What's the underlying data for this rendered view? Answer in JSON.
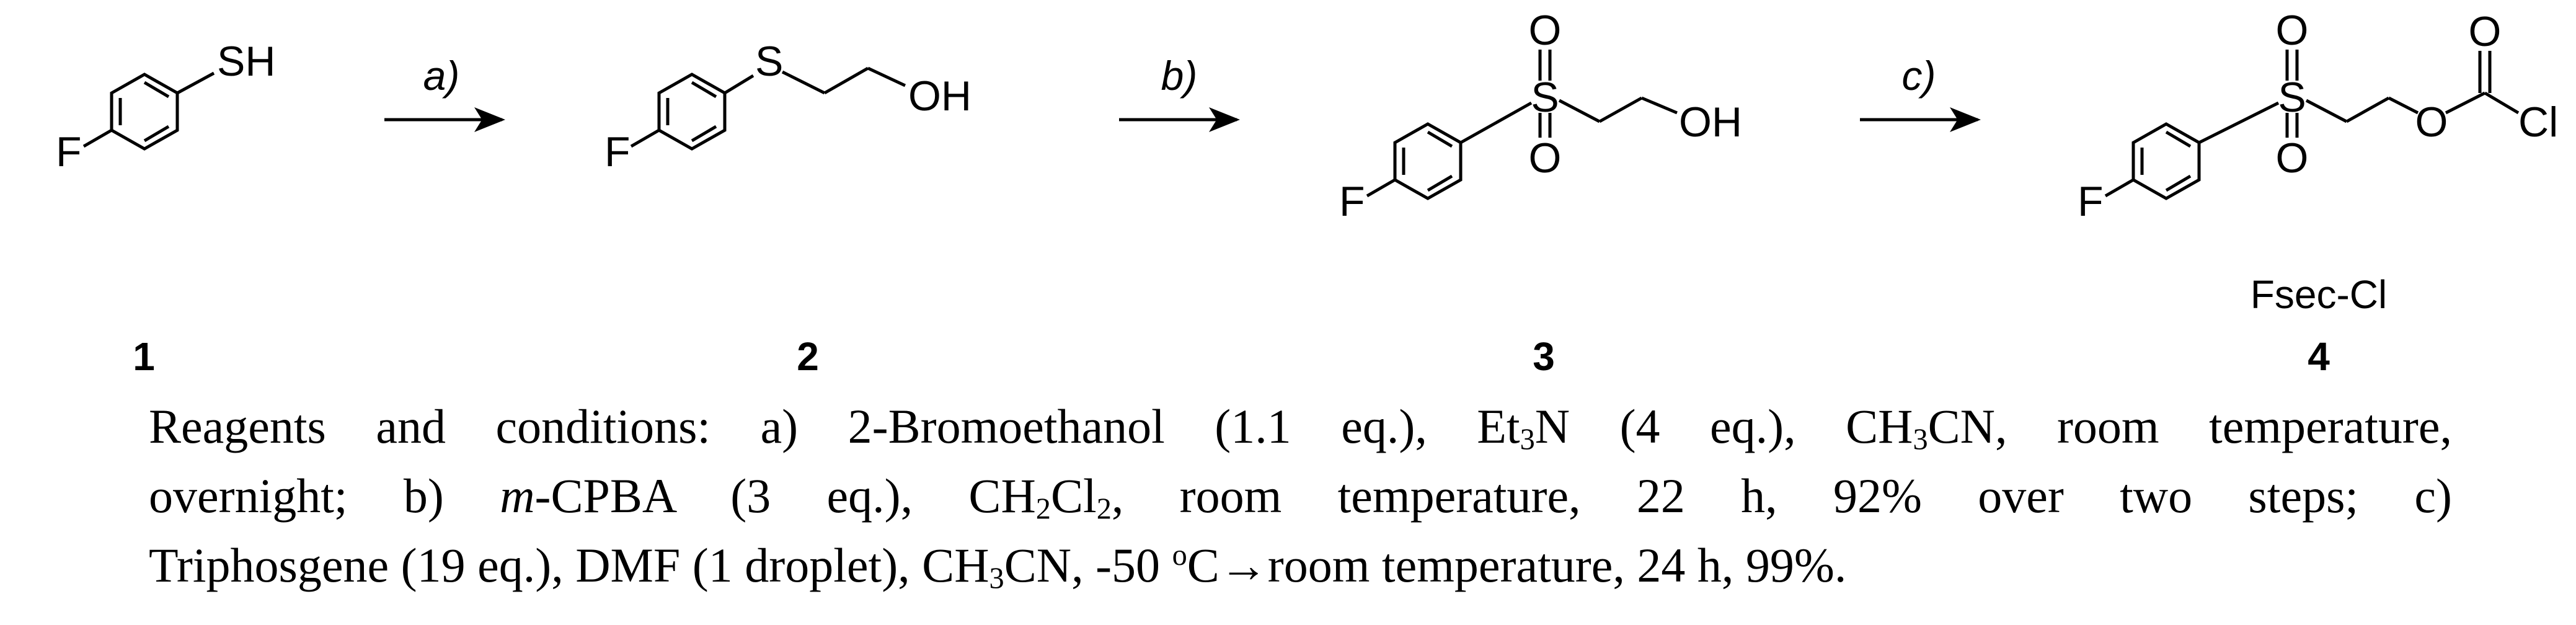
{
  "atoms": {
    "sh": "SH",
    "f": "F",
    "s": "S",
    "oh": "OH",
    "o": "O",
    "cl": "Cl"
  },
  "compounds": [
    {
      "number": "1"
    },
    {
      "number": "2"
    },
    {
      "number": "3"
    },
    {
      "number": "4",
      "name": "Fsec-Cl"
    }
  ],
  "arrows": [
    {
      "label": "a)"
    },
    {
      "label": "b)"
    },
    {
      "label": "c)"
    }
  ],
  "caption": {
    "line1": {
      "intro": "Reagents and conditions: a) 2-Bromoethanol (1.1 eq.), Et",
      "sub1": "3",
      "mid1": "N (4 eq.), CH",
      "sub2": "3",
      "rest": "CN, room temperature,"
    },
    "line2": {
      "start": "overnight; b) ",
      "italic": "m",
      "mid": "-CPBA (3 eq.), CH",
      "sub1": "2",
      "mid2": "Cl",
      "sub2": "2",
      "rest": ", room temperature, 22 h, 92% over two steps; c)"
    },
    "line3": {
      "start": "Triphosgene (19 eq.), DMF (1 droplet), CH",
      "sub1": "3",
      "mid": "CN, -50 ",
      "degree": "o",
      "unit": "C",
      "arrow": "→",
      "rest": "room temperature, 24 h, 99%."
    }
  }
}
